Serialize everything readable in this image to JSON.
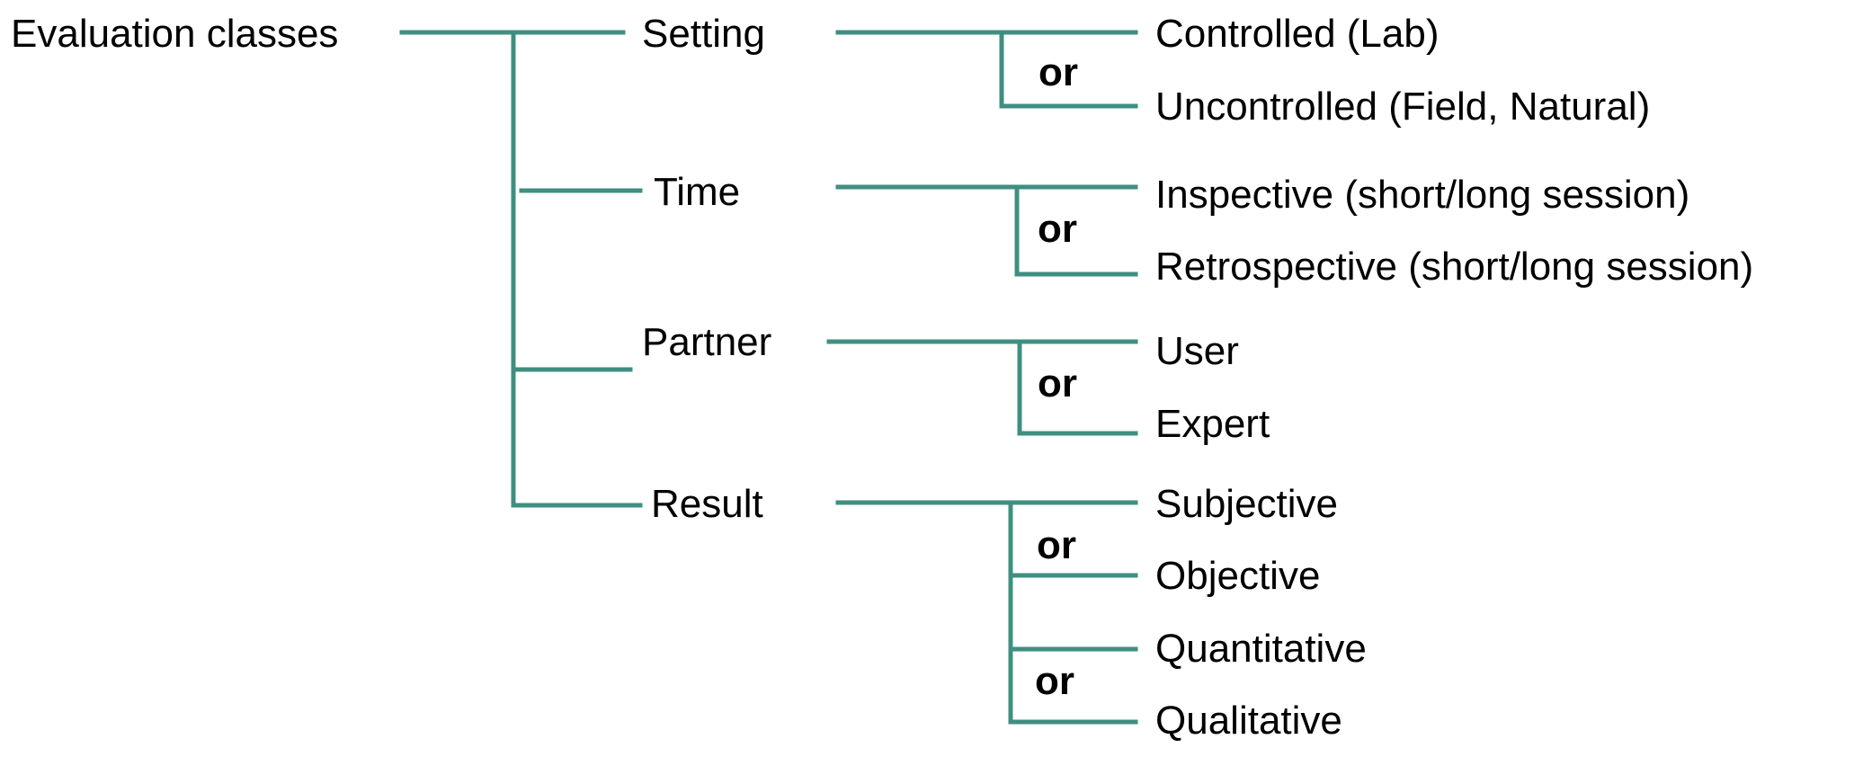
{
  "root": {
    "label": "Evaluation classes"
  },
  "connector_word": "or",
  "colors": {
    "line": "#3f8f80",
    "text": "#000000",
    "background": "#ffffff"
  },
  "categories": [
    {
      "label": "Setting",
      "options": [
        "Controlled (Lab)",
        "Uncontrolled (Field, Natural)"
      ]
    },
    {
      "label": "Time",
      "options": [
        "Inspective (short/long session)",
        "Retrospective (short/long session)"
      ]
    },
    {
      "label": "Partner",
      "options": [
        "User",
        "Expert"
      ]
    },
    {
      "label": "Result",
      "options": [
        "Subjective",
        "Objective",
        "Quantitative",
        "Qualitative"
      ]
    }
  ]
}
